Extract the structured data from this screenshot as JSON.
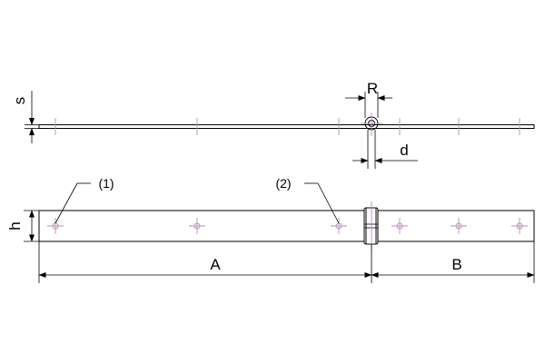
{
  "diagram": {
    "labels": {
      "s": "s",
      "R": "R",
      "d": "d",
      "h": "h",
      "A": "A",
      "B": "B",
      "callout_1": "(1)",
      "callout_2": "(2)"
    },
    "colors": {
      "outline": "#000000",
      "centerline": "#b98fb8"
    }
  }
}
